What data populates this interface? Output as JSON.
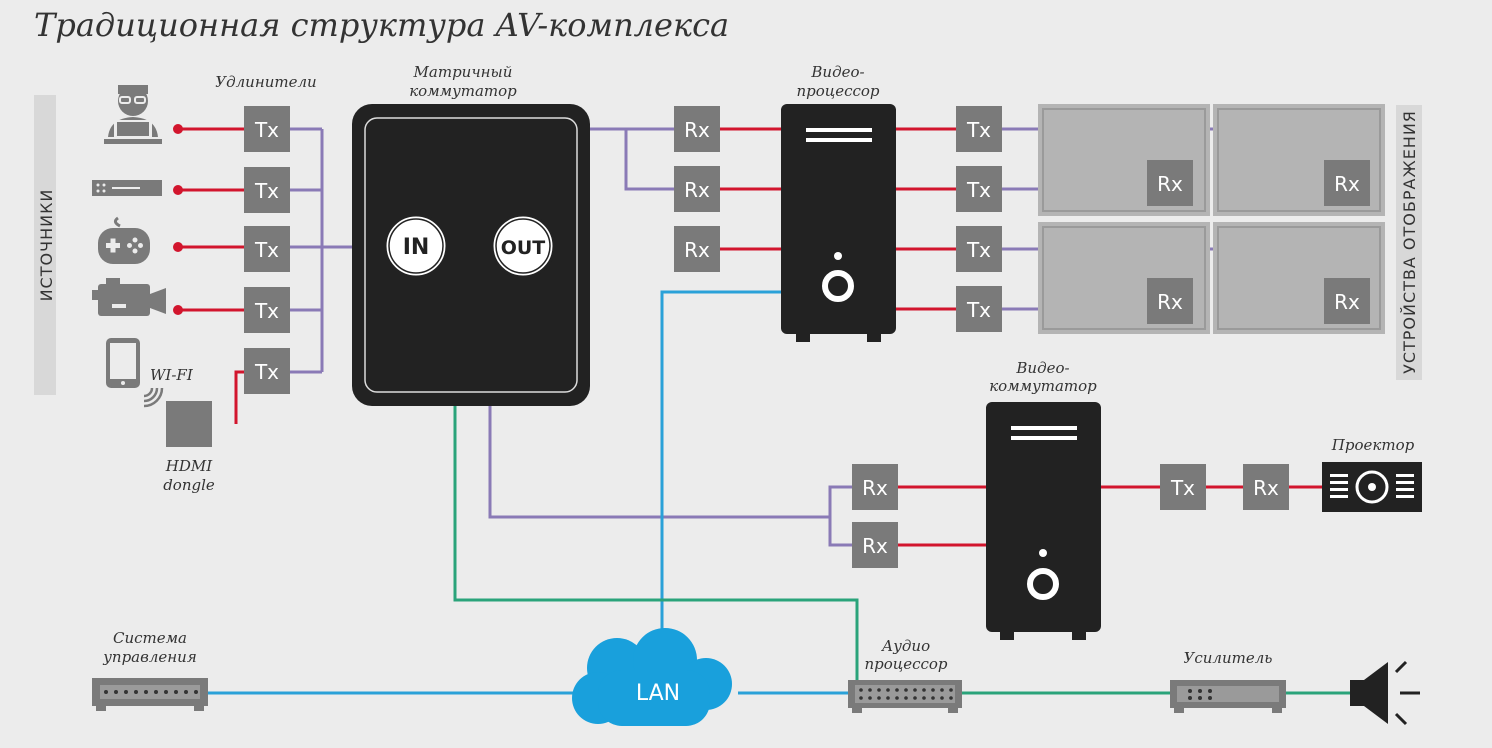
{
  "title": "Традиционная структура AV-комплекса",
  "labels": {
    "sources": "ИСТОЧНИКИ",
    "displays": "УСТРОЙСТВА ОТОБРАЖЕНИЯ",
    "extenders": "Удлинители",
    "matrix_line1": "Матричный",
    "matrix_line2": "коммутатор",
    "vproc_line1": "Видео-",
    "vproc_line2": "процессор",
    "vswitch_line1": "Видео-",
    "vswitch_line2": "коммутатор",
    "projector": "Проектор",
    "control_line1": "Система",
    "control_line2": "управления",
    "audio_line1": "Аудио",
    "audio_line2": "процессор",
    "amplifier": "Усилитель",
    "wifi": "WI-FI",
    "hdmi_line1": "HDMI",
    "hdmi_line2": "dongle",
    "lan": "LAN",
    "in": "IN",
    "out": "OUT"
  },
  "tx": "Tx",
  "rx": "Rx",
  "colors": {
    "background": "#ececec",
    "device": "#222222",
    "box": "#7a7a7a",
    "purple": "#8a7ab6",
    "red": "#d2152d",
    "blue": "#2aa1d8",
    "green": "#2aa37a"
  },
  "icons": [
    "user-at-computer-icon",
    "media-player-icon",
    "gamepad-icon",
    "video-camera-icon",
    "tablet-icon",
    "wifi-icon",
    "speaker-icon",
    "cloud-icon",
    "projector-icon"
  ]
}
